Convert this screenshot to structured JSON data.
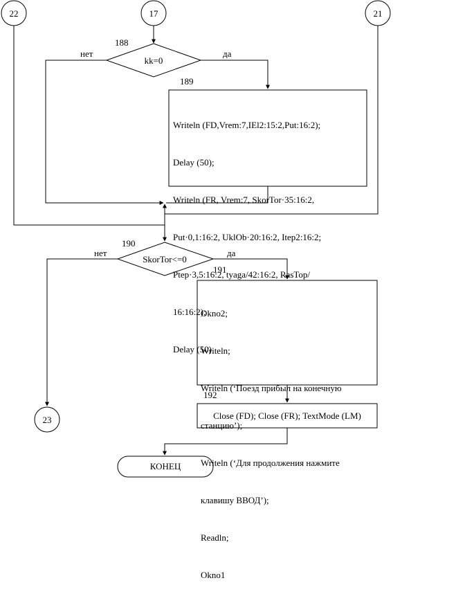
{
  "connectors": {
    "c22": "22",
    "c17": "17",
    "c21": "21",
    "c23": "23"
  },
  "decision188": {
    "number": "188",
    "condition": "kk=0",
    "no": "нет",
    "yes": "да"
  },
  "block189": {
    "number": "189",
    "lines": [
      "Writeln (FD,Vrem:7,IEl2:15:2,Put:16:2);",
      "Delay (50);",
      "Writeln (FR, Vrem:7, SkorTor·35:16:2,",
      "Put·0,1:16:2, UklOb·20:16:2, Itep2:16:2;",
      "Ptep·3,5:16:2, tyaga/42:16:2, RasTop/",
      "16:16:2);",
      "Delay (50)"
    ]
  },
  "decision190": {
    "number": "190",
    "condition": "SkorTor<=0",
    "no": "нет",
    "yes": "да"
  },
  "block191": {
    "number": "191",
    "lines": [
      "Okno2;",
      "Writeln;",
      "Writeln (‘Поезд прибыл на конечную",
      "станцию’);",
      "Writeln (‘Для продолжения нажмите",
      "клавишу ВВОД’);",
      "Readln;",
      "Okno1"
    ]
  },
  "block192": {
    "number": "192",
    "text": "Close (FD); Close (FR); TextMode (LM)"
  },
  "terminator": {
    "text": "КОНЕЦ"
  }
}
